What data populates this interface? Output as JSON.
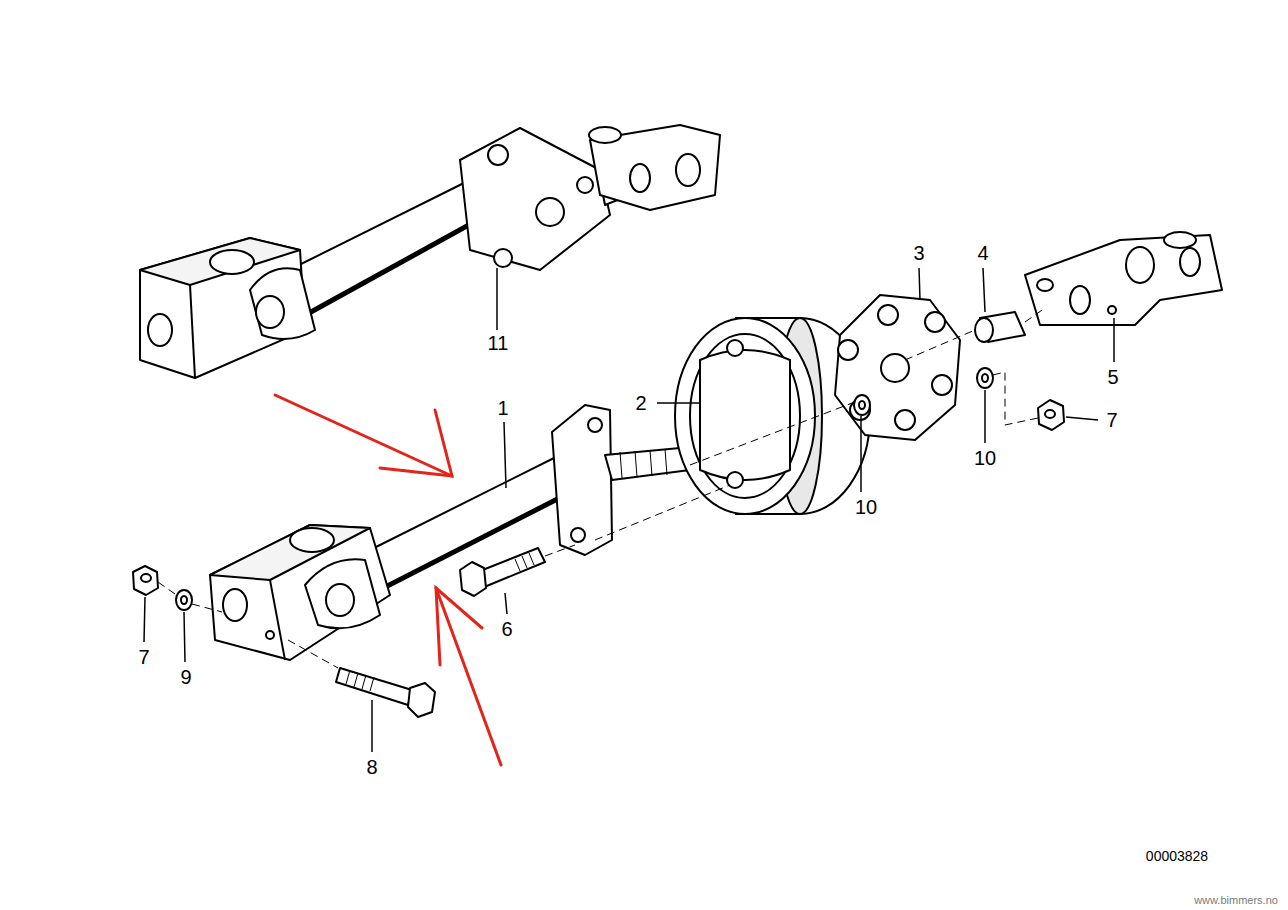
{
  "diagram": {
    "labels": [
      "3",
      "4",
      "11",
      "1",
      "2",
      "5",
      "7",
      "10",
      "10",
      "6",
      "7",
      "9",
      "8",
      "00003828",
      "www.bimmers.no"
    ]
  }
}
